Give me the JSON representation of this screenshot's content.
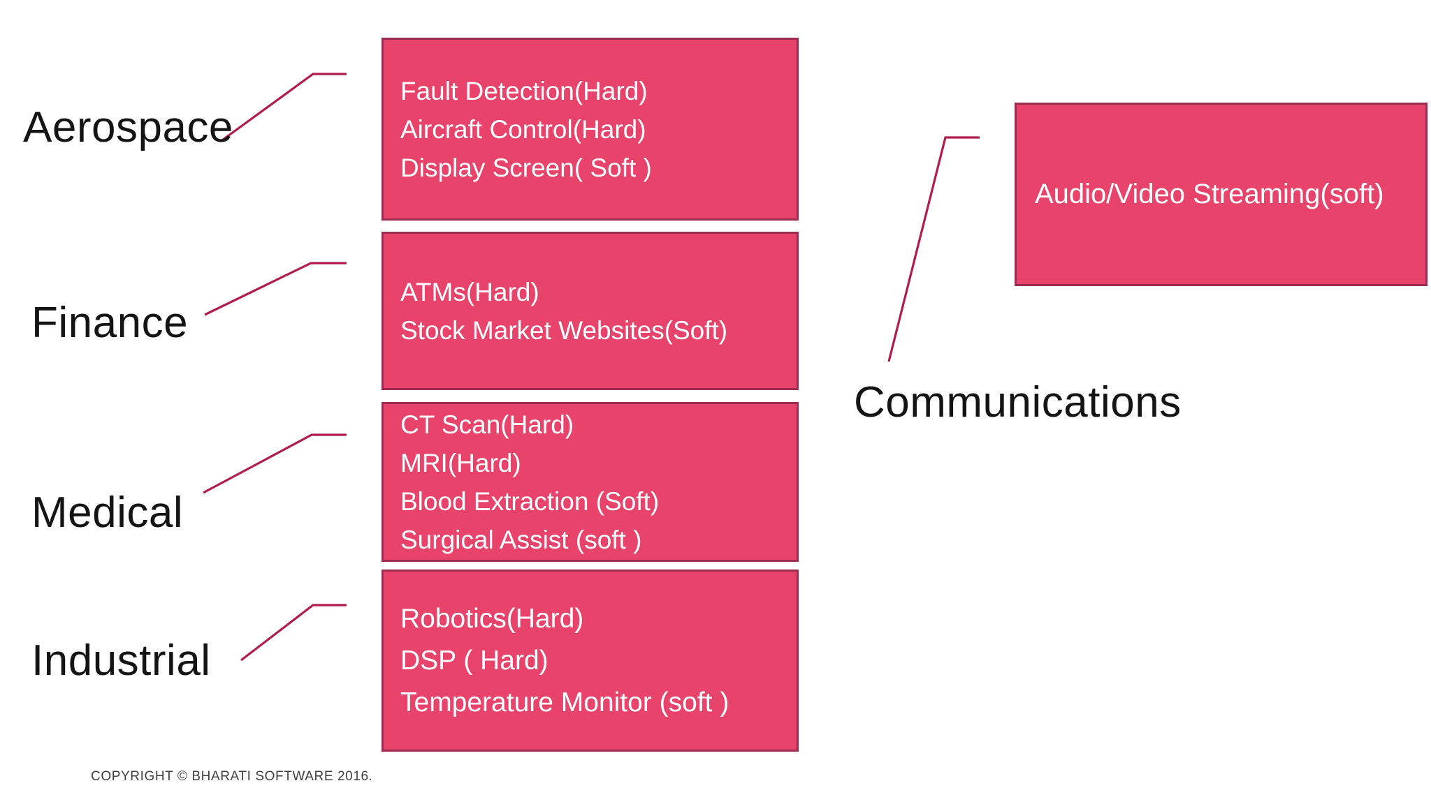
{
  "colors": {
    "box_fill": "#e8436b",
    "box_border": "#9c2c50",
    "connector": "#b01c4e",
    "label_text": "#141414",
    "box_text": "#ffffff",
    "copyright_text": "#3f3f3f"
  },
  "sections": [
    {
      "label": "Aerospace",
      "items": [
        "Fault Detection(Hard)",
        "Aircraft Control(Hard)",
        "Display Screen( Soft )"
      ]
    },
    {
      "label": "Finance",
      "items": [
        "ATMs(Hard)",
        "Stock Market Websites(Soft)"
      ]
    },
    {
      "label": "Medical",
      "items": [
        "CT Scan(Hard)",
        "MRI(Hard)",
        "Blood Extraction (Soft)",
        "Surgical Assist (soft )"
      ]
    },
    {
      "label": "Industrial",
      "items": [
        "Robotics(Hard)",
        "DSP ( Hard)",
        "Temperature Monitor (soft )"
      ]
    },
    {
      "label": "Communications",
      "items": [
        "Audio/Video Streaming(soft)"
      ]
    }
  ],
  "footer": {
    "copyright": "COPYRIGHT © BHARATI SOFTWARE 2016."
  }
}
